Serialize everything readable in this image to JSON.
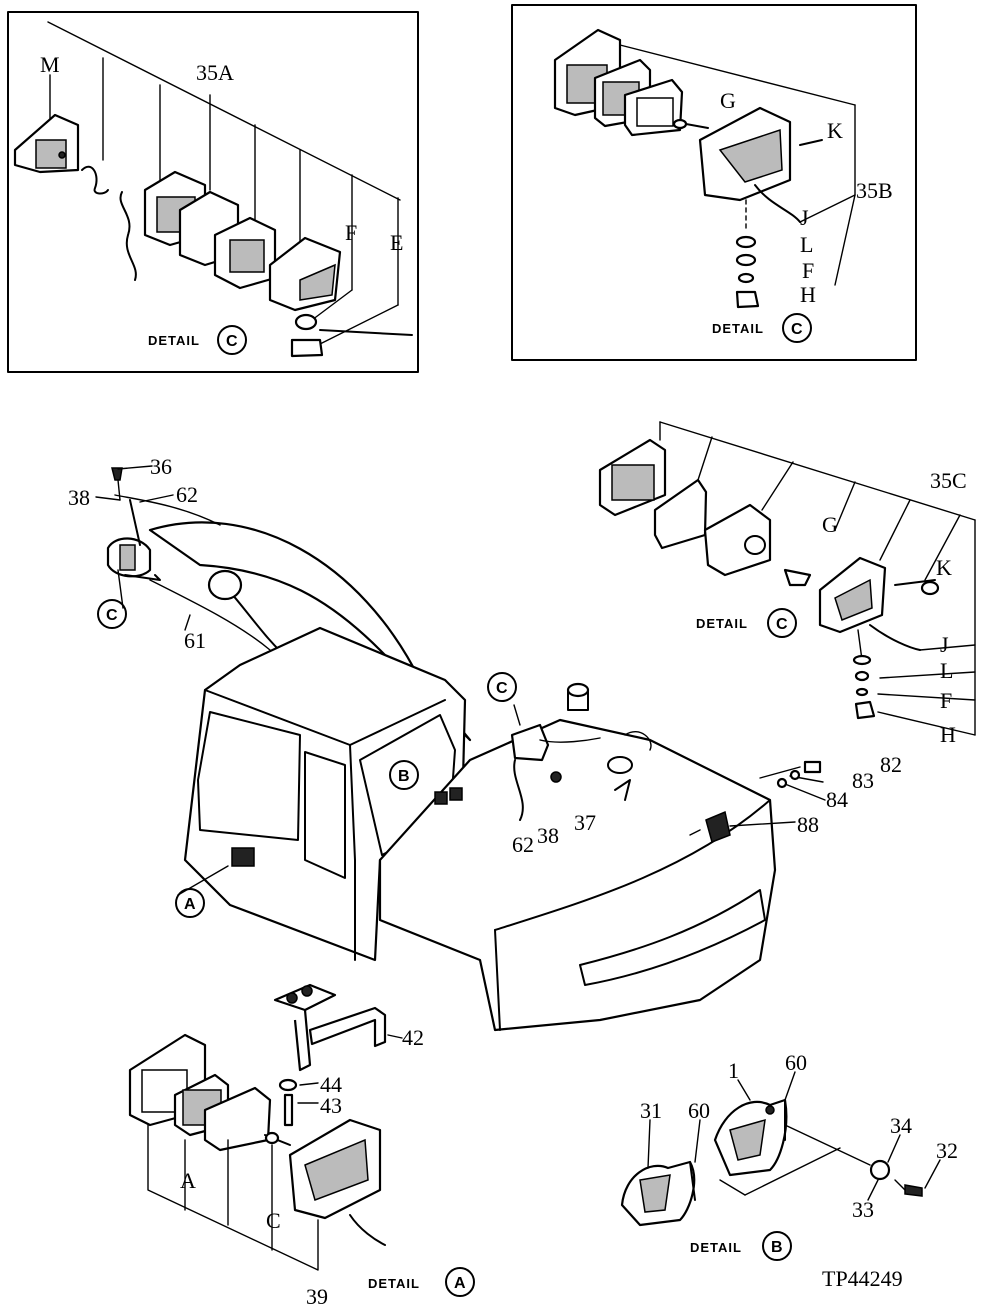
{
  "detail_top_left": {
    "callouts": [
      "M",
      "35A",
      "F",
      "E"
    ],
    "detail_text": "DETAIL",
    "detail_letter": "C"
  },
  "detail_top_right": {
    "callouts": [
      "G",
      "K",
      "35B",
      "J",
      "L",
      "F",
      "H"
    ],
    "detail_text": "DETAIL",
    "detail_letter": "C"
  },
  "main_view": {
    "boom_callouts": [
      "36",
      "38",
      "62",
      "61"
    ],
    "boom_circle": "C",
    "mid_callouts": [
      "62",
      "38",
      "37"
    ],
    "mid_circle": "C",
    "cab_circle": "B",
    "cab_light_circle": "A",
    "counterweight_callouts": [
      "82",
      "83",
      "84",
      "88"
    ]
  },
  "detail_35c": {
    "callouts": [
      "35C",
      "G",
      "K",
      "J",
      "L",
      "F",
      "H"
    ],
    "detail_text": "DETAIL",
    "detail_letter": "C"
  },
  "detail_a": {
    "callouts": [
      "42",
      "44",
      "43",
      "A",
      "C",
      "39"
    ],
    "detail_text": "DETAIL",
    "detail_letter": "A"
  },
  "detail_b": {
    "callouts": [
      "1",
      "60",
      "31",
      "60",
      "34",
      "32",
      "33"
    ],
    "detail_text": "DETAIL",
    "detail_letter": "B"
  },
  "drawing_number": "TP44249"
}
